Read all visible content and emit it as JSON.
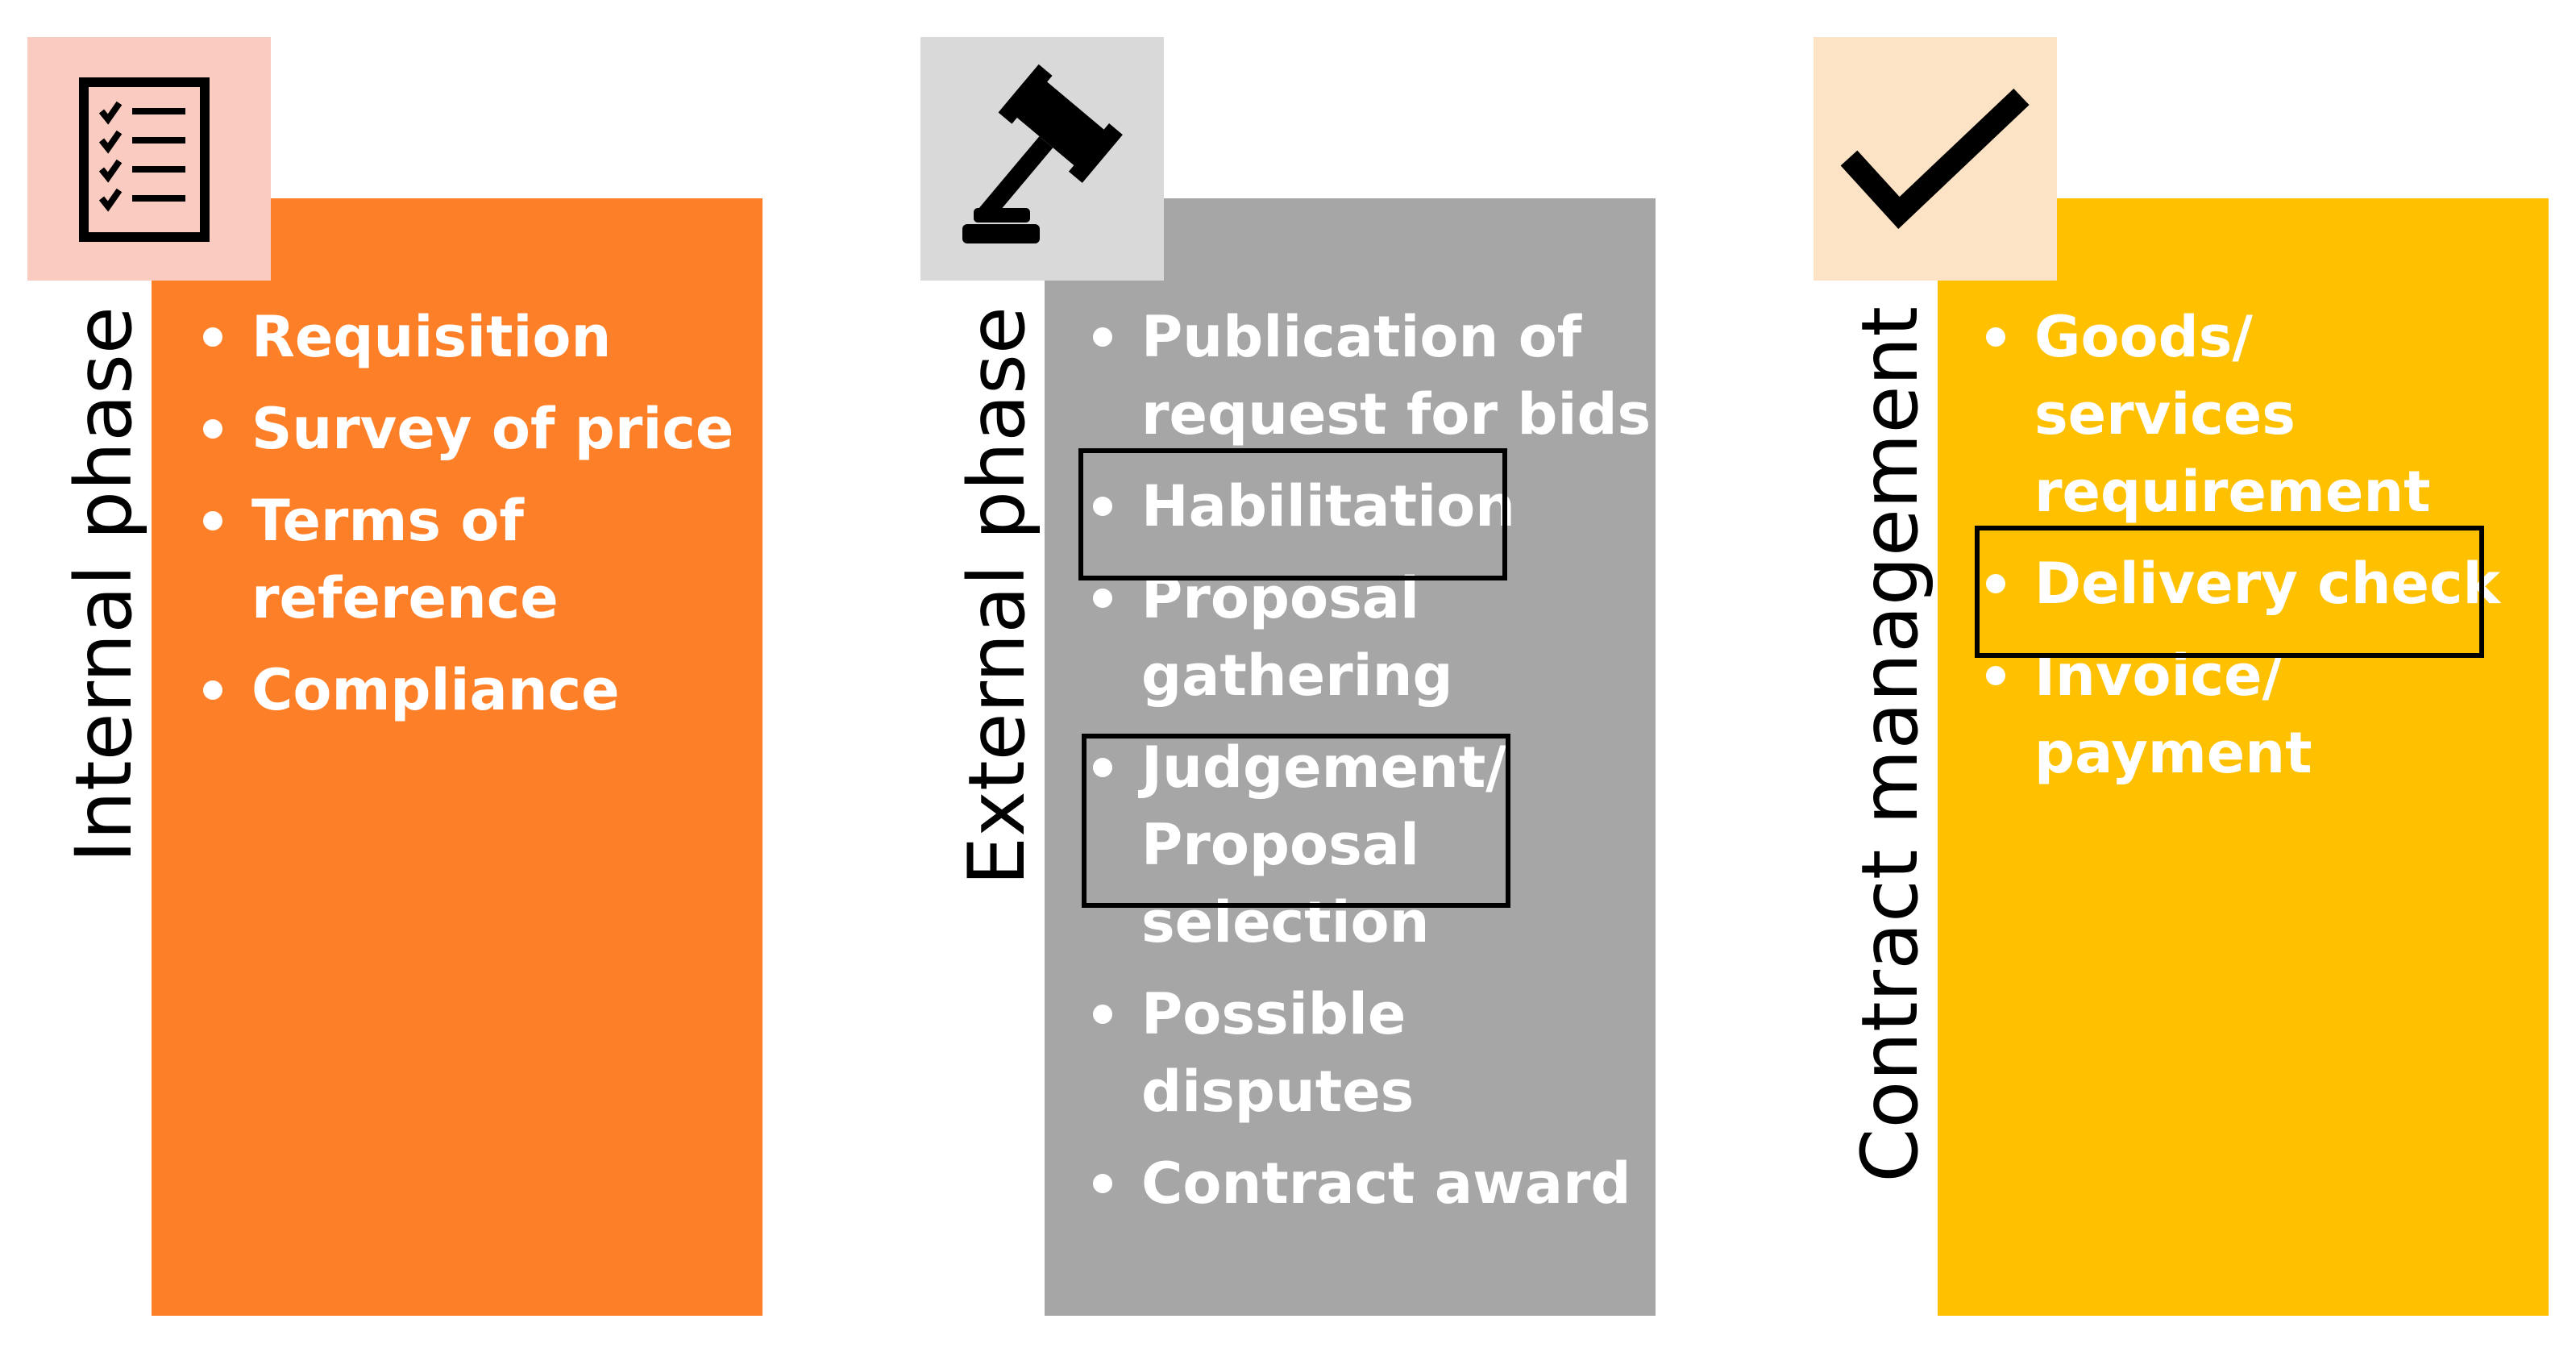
{
  "colors": {
    "internal_panel": "#FD7F28",
    "internal_icon_bg": "#F9CBC1",
    "external_panel": "#A6A6A6",
    "external_icon_bg": "#D9D9D9",
    "contract_panel": "#FFC000",
    "contract_icon_bg": "#FDE3C5",
    "highlight_border": "#000000",
    "item_text": "#FFFFFF"
  },
  "phases": [
    {
      "label": "Internal phase",
      "icon": "checklist-icon",
      "items": [
        "Requisition",
        "Survey of price",
        "Terms of\nreference",
        "Compliance"
      ]
    },
    {
      "label": "External phase",
      "icon": "gavel-icon",
      "items": [
        "Publication of\nrequest for bids",
        "Habilitation",
        "Proposal\ngathering",
        "Judgement/\nProposal\nselection",
        "Possible\ndisputes",
        "Contract award"
      ]
    },
    {
      "label": "Contract management",
      "icon": "checkmark-icon",
      "items": [
        "Goods/\nservices\nrequirement",
        "Delivery check",
        "Invoice/\npayment"
      ]
    }
  ]
}
